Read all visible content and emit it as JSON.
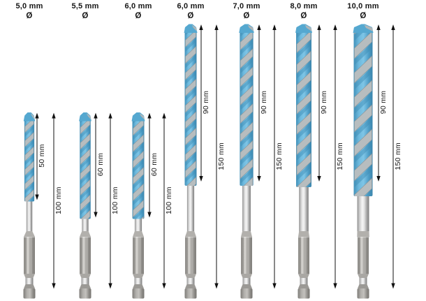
{
  "diagram": {
    "type": "product-dimension-diagram",
    "description": "Seven hex-shank multi-construction drill bits shown upright with diameter labels above and vertical dimension arrows for flute length and total length",
    "unit": "mm",
    "background": "#ffffff"
  },
  "colors": {
    "flute_blue": "#5dafd6",
    "flute_blue_dark": "#3e8cb4",
    "spiral_silver": "#b7bdbf",
    "metal_light": "#f2f2f2",
    "metal_dark": "#85837f",
    "arrow": "#111111",
    "text": "#161616"
  },
  "bits": [
    {
      "diameter_label": "5,0 mm",
      "diameter_symbol": "Ø",
      "diameter_mm": 5.0,
      "flute_length_label": "50 mm",
      "flute_length_mm": 50,
      "total_length_label": "100 mm",
      "total_length_mm": 100
    },
    {
      "diameter_label": "5,5 mm",
      "diameter_symbol": "Ø",
      "diameter_mm": 5.5,
      "flute_length_label": "60 mm",
      "flute_length_mm": 60,
      "total_length_label": "100 mm",
      "total_length_mm": 100
    },
    {
      "diameter_label": "6,0 mm",
      "diameter_symbol": "Ø",
      "diameter_mm": 6.0,
      "flute_length_label": "60 mm",
      "flute_length_mm": 60,
      "total_length_label": "100 mm",
      "total_length_mm": 100
    },
    {
      "diameter_label": "6,0 mm",
      "diameter_symbol": "Ø",
      "diameter_mm": 6.0,
      "flute_length_label": "90 mm",
      "flute_length_mm": 90,
      "total_length_label": "150 mm",
      "total_length_mm": 150
    },
    {
      "diameter_label": "7,0 mm",
      "diameter_symbol": "Ø",
      "diameter_mm": 7.0,
      "flute_length_label": "90 mm",
      "flute_length_mm": 90,
      "total_length_label": "150 mm",
      "total_length_mm": 150
    },
    {
      "diameter_label": "8,0 mm",
      "diameter_symbol": "Ø",
      "diameter_mm": 8.0,
      "flute_length_label": "90 mm",
      "flute_length_mm": 90,
      "total_length_label": "150 mm",
      "total_length_mm": 150
    },
    {
      "diameter_label": "10,0 mm",
      "diameter_symbol": "Ø",
      "diameter_mm": 10.0,
      "flute_length_label": "90 mm",
      "flute_length_mm": 90,
      "total_length_label": "150 mm",
      "total_length_mm": 150
    }
  ]
}
